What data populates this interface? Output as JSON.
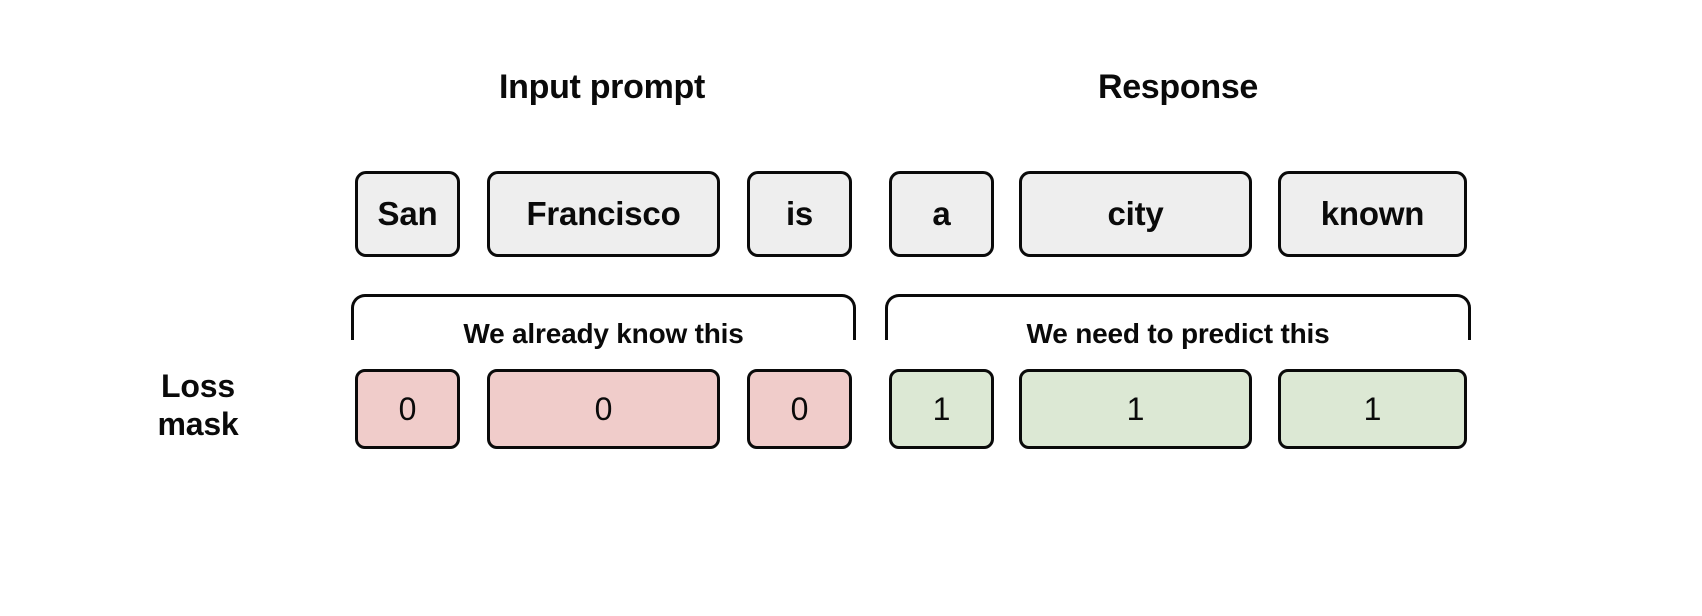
{
  "diagram": {
    "title_prompt": "Input prompt",
    "title_response": "Response",
    "loss_mask_label_line1": "Loss",
    "loss_mask_label_line2": "mask",
    "colors": {
      "token_fill": "#eeeeee",
      "mask_zero_fill": "#f0ccca",
      "mask_one_fill": "#dce8d4",
      "stroke": "#0a0a0a",
      "background": "#ffffff",
      "text": "#0a0a0a"
    },
    "brackets": [
      {
        "label": "We already know this",
        "section": "prompt"
      },
      {
        "label": "We need to predict this",
        "section": "response"
      }
    ],
    "tokens": [
      {
        "text": "San",
        "section": "prompt",
        "mask": "0"
      },
      {
        "text": "Francisco",
        "section": "prompt",
        "mask": "0"
      },
      {
        "text": "is",
        "section": "prompt",
        "mask": "0"
      },
      {
        "text": "a",
        "section": "response",
        "mask": "1"
      },
      {
        "text": "city",
        "section": "response",
        "mask": "1"
      },
      {
        "text": "known",
        "section": "response",
        "mask": "1"
      }
    ]
  }
}
